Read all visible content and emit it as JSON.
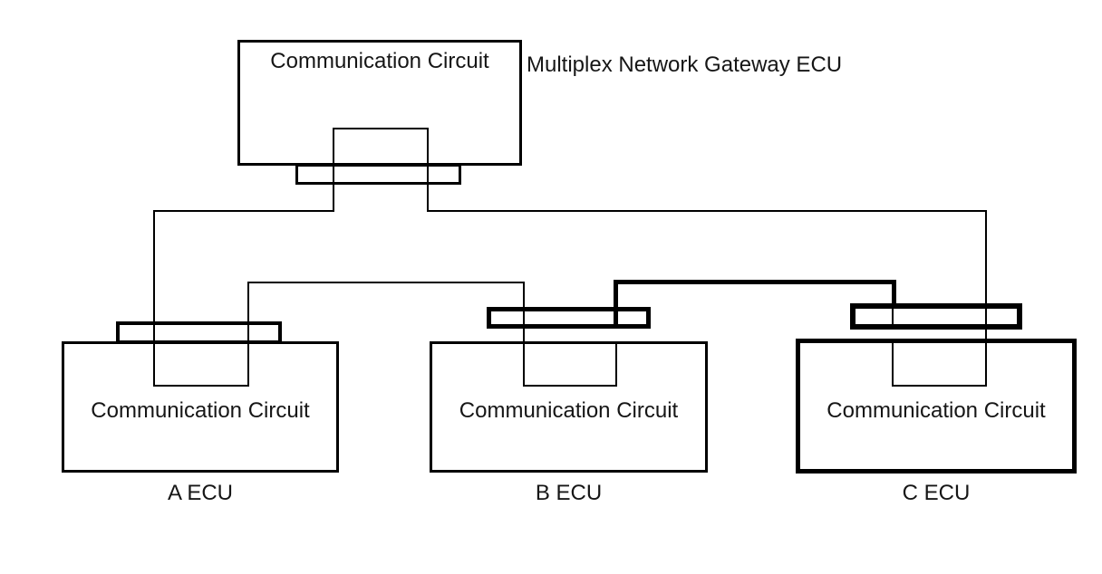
{
  "gateway": {
    "circuit_label": "Communication Circuit",
    "name_label": "Multiplex Network Gateway ECU"
  },
  "ecu_a": {
    "circuit_label": "Communication Circuit",
    "name_label": "A ECU"
  },
  "ecu_b": {
    "circuit_label": "Communication Circuit",
    "name_label": "B ECU"
  },
  "ecu_c": {
    "circuit_label": "Communication Circuit",
    "name_label": "C ECU"
  },
  "colors": {
    "line": "#000000",
    "text": "#161616",
    "background": "#ffffff"
  }
}
